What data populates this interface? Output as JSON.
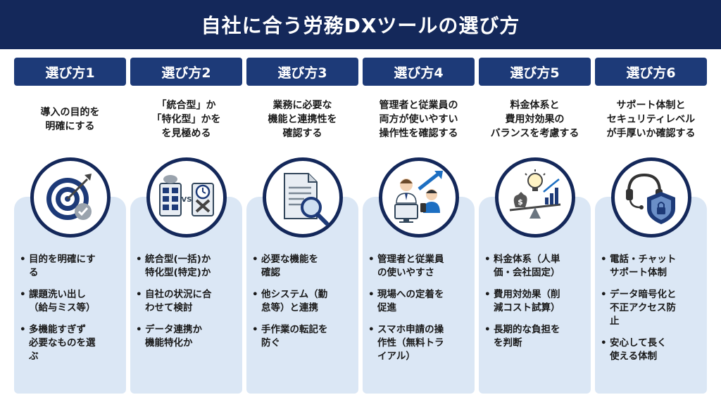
{
  "title": "自社に合う労務DXツールの選び方",
  "colors": {
    "header": "#14285a",
    "pill": "#1d3a78",
    "card": "#dbe7f5",
    "ring": "#14285a"
  },
  "columns": [
    {
      "label": "選び方1",
      "subtitle": [
        "導入の目的を",
        "明確にする"
      ],
      "icon": "target-icon",
      "bullets": [
        [
          "目的を明確にす",
          "る"
        ],
        [
          "課題洗い出し",
          "（給与ミス等）"
        ],
        [
          "多機能すぎず",
          "必要なものを選",
          "ぶ"
        ]
      ]
    },
    {
      "label": "選び方2",
      "subtitle": [
        "「統合型」か",
        "「特化型」かを",
        "を見極める"
      ],
      "icon": "integrated-vs-specialized-icon",
      "icon_text": "VS",
      "bullets": [
        [
          "統合型(一括)か",
          "特化型(特定)か"
        ],
        [
          "自社の状況に合",
          "わせて検討"
        ],
        [
          "データ連携か",
          "機能特化か"
        ]
      ]
    },
    {
      "label": "選び方3",
      "subtitle": [
        "業務に必要な",
        "機能と連携性を",
        "確認する"
      ],
      "icon": "document-search-icon",
      "bullets": [
        [
          "必要な機能を",
          "確認"
        ],
        [
          "他システム（勤",
          "怠等）と連携"
        ],
        [
          "手作業の転記を",
          "防ぐ"
        ]
      ]
    },
    {
      "label": "選び方4",
      "subtitle": [
        "管理者と従業員の",
        "両方が使いやすい",
        "操作性を確認する"
      ],
      "icon": "users-devices-icon",
      "bullets": [
        [
          "管理者と従業員",
          "の使いやすさ"
        ],
        [
          "現場への定着を",
          "促進"
        ],
        [
          "スマホ申請の操",
          "作性（無料トラ",
          "イアル）"
        ]
      ]
    },
    {
      "label": "選び方5",
      "subtitle": [
        "料金体系と",
        "費用対効果の",
        "バランスを考慮する"
      ],
      "icon": "cost-balance-icon",
      "icon_text": "$",
      "bullets": [
        [
          "料金体系（人単",
          "価・会社固定）"
        ],
        [
          "費用対効果（削",
          "減コスト試算）"
        ],
        [
          "長期的な負担を",
          "を判断"
        ]
      ]
    },
    {
      "label": "選び方6",
      "subtitle": [
        "サポート体制と",
        "セキュリティレベル",
        "が手厚いか確認する"
      ],
      "icon": "support-security-icon",
      "bullets": [
        [
          "電話・チャット",
          "サポート体制"
        ],
        [
          "データ暗号化と",
          "不正アクセス防",
          "止"
        ],
        [
          "安心して長く",
          "使える体制"
        ]
      ]
    }
  ]
}
